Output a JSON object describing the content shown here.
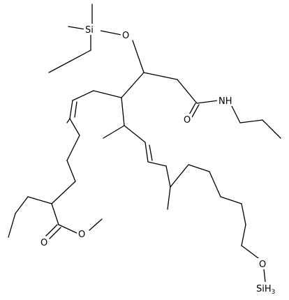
{
  "molecule": {
    "atom_labels": {
      "si_top": "Si",
      "o_top": "O",
      "nh": "NH",
      "o_amide": "O",
      "o_ester_double": "O",
      "o_ester_single": "O",
      "o_bottom": "O",
      "sih3_si": "SiH",
      "sih3_sub": "3"
    },
    "colors": {
      "bond": "#000000",
      "label": "#000000",
      "background": "#ffffff"
    }
  }
}
